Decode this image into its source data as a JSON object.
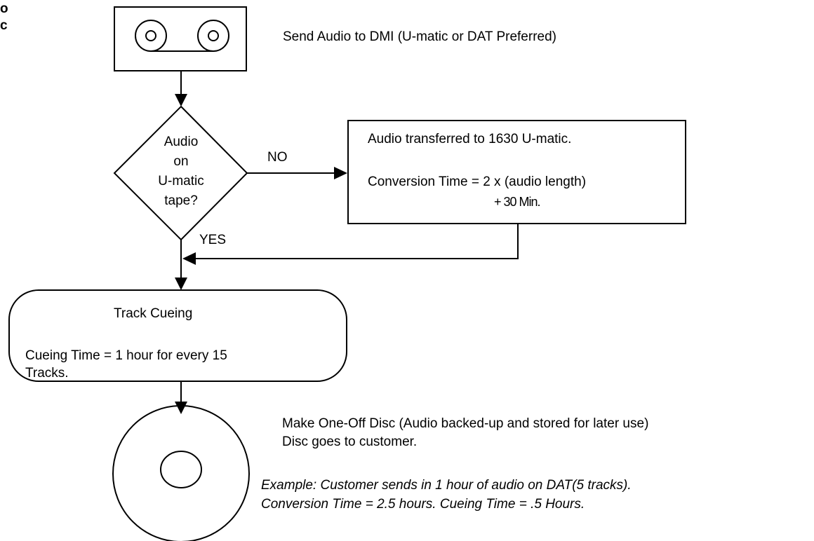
{
  "corner_text": {
    "line1": "o",
    "line2": "c"
  },
  "steps": {
    "send_audio": "Send Audio to DMI  (U-matic or DAT Preferred)",
    "decision": {
      "line1": "Audio",
      "line2": "on",
      "line3": "U-matic",
      "line4": "tape?"
    },
    "no_label": "NO",
    "yes_label": "YES",
    "transfer": {
      "line1": "Audio transferred  to 1630 U-matic.",
      "line2": "Conversion Time = 2 x (audio length)",
      "line3": "+ 30 Min."
    },
    "cueing": {
      "title": "Track Cueing",
      "line1": "Cueing Time = 1 hour  for every 15",
      "line2": "Tracks."
    },
    "one_off": {
      "line1": "Make One-Off Disc (Audio backed-up and stored for later use)",
      "line2": "Disc goes to customer."
    },
    "example": {
      "line1": "Example:  Customer sends in 1 hour of audio on DAT(5 tracks).",
      "line2": "Conversion Time = 2.5 hours.  Cueing Time = .5 Hours."
    }
  }
}
